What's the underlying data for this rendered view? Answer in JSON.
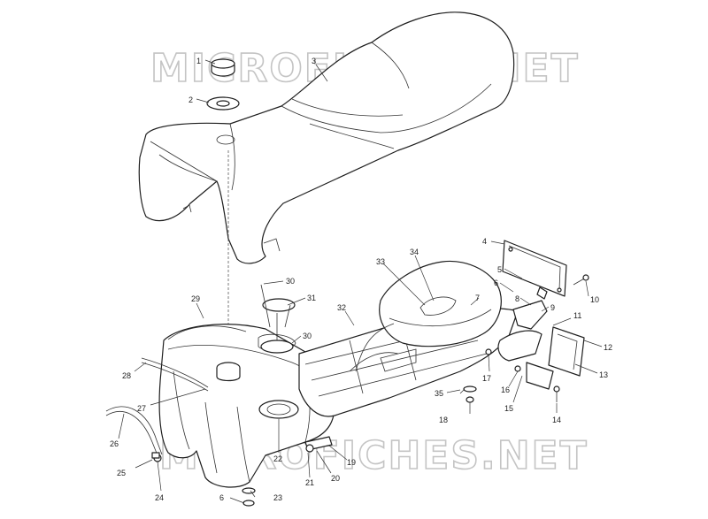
{
  "watermark": {
    "top": "MICROFICHES.NET",
    "bottom": "MICROFICHES.NET"
  },
  "callouts": [
    {
      "text": "1"
    },
    {
      "text": "2"
    },
    {
      "text": "3"
    },
    {
      "text": "4"
    },
    {
      "text": "5"
    },
    {
      "text": "6"
    },
    {
      "text": "7"
    },
    {
      "text": "8"
    },
    {
      "text": "9"
    },
    {
      "text": "10"
    },
    {
      "text": "11"
    },
    {
      "text": "12"
    },
    {
      "text": "13"
    },
    {
      "text": "14"
    },
    {
      "text": "15"
    },
    {
      "text": "16"
    },
    {
      "text": "17"
    },
    {
      "text": "18"
    },
    {
      "text": "19"
    },
    {
      "text": "20"
    },
    {
      "text": "21"
    },
    {
      "text": "22"
    },
    {
      "text": "23"
    },
    {
      "text": "24"
    },
    {
      "text": "25"
    },
    {
      "text": "26"
    },
    {
      "text": "27"
    },
    {
      "text": "28"
    },
    {
      "text": "29"
    },
    {
      "text": "30"
    },
    {
      "text": "31"
    },
    {
      "text": "32"
    },
    {
      "text": "33"
    },
    {
      "text": "34"
    },
    {
      "text": "35"
    },
    {
      "text": "30"
    },
    {
      "text": "6"
    }
  ]
}
